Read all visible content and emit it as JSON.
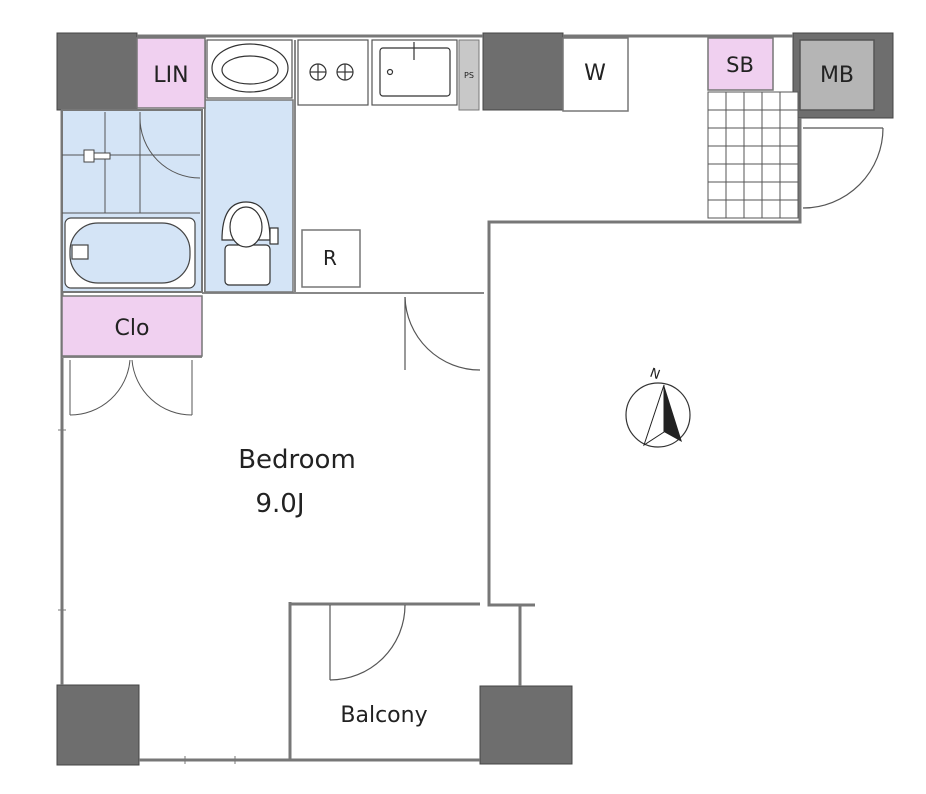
{
  "labels": {
    "lin": "LIN",
    "clo": "Clo",
    "w": "W",
    "sb": "SB",
    "mb": "MB",
    "r": "R",
    "ps": "PS",
    "bedroom_name": "Bedroom",
    "bedroom_size": "9.0J",
    "balcony": "Balcony",
    "north": "N"
  },
  "colors": {
    "wall_dark": "#6e6e6e",
    "wall_line": "#777777",
    "storage_pink": "#f0d0f0",
    "wet_blue": "#d4e4f6",
    "meter_gray": "#b5b5b5",
    "ps_gray": "#c8c8c8"
  },
  "icons": [
    "compass-icon",
    "toilet-icon",
    "bathtub-icon",
    "washbasin-icon",
    "stove-icon",
    "sink-icon",
    "door-swing-icon"
  ]
}
